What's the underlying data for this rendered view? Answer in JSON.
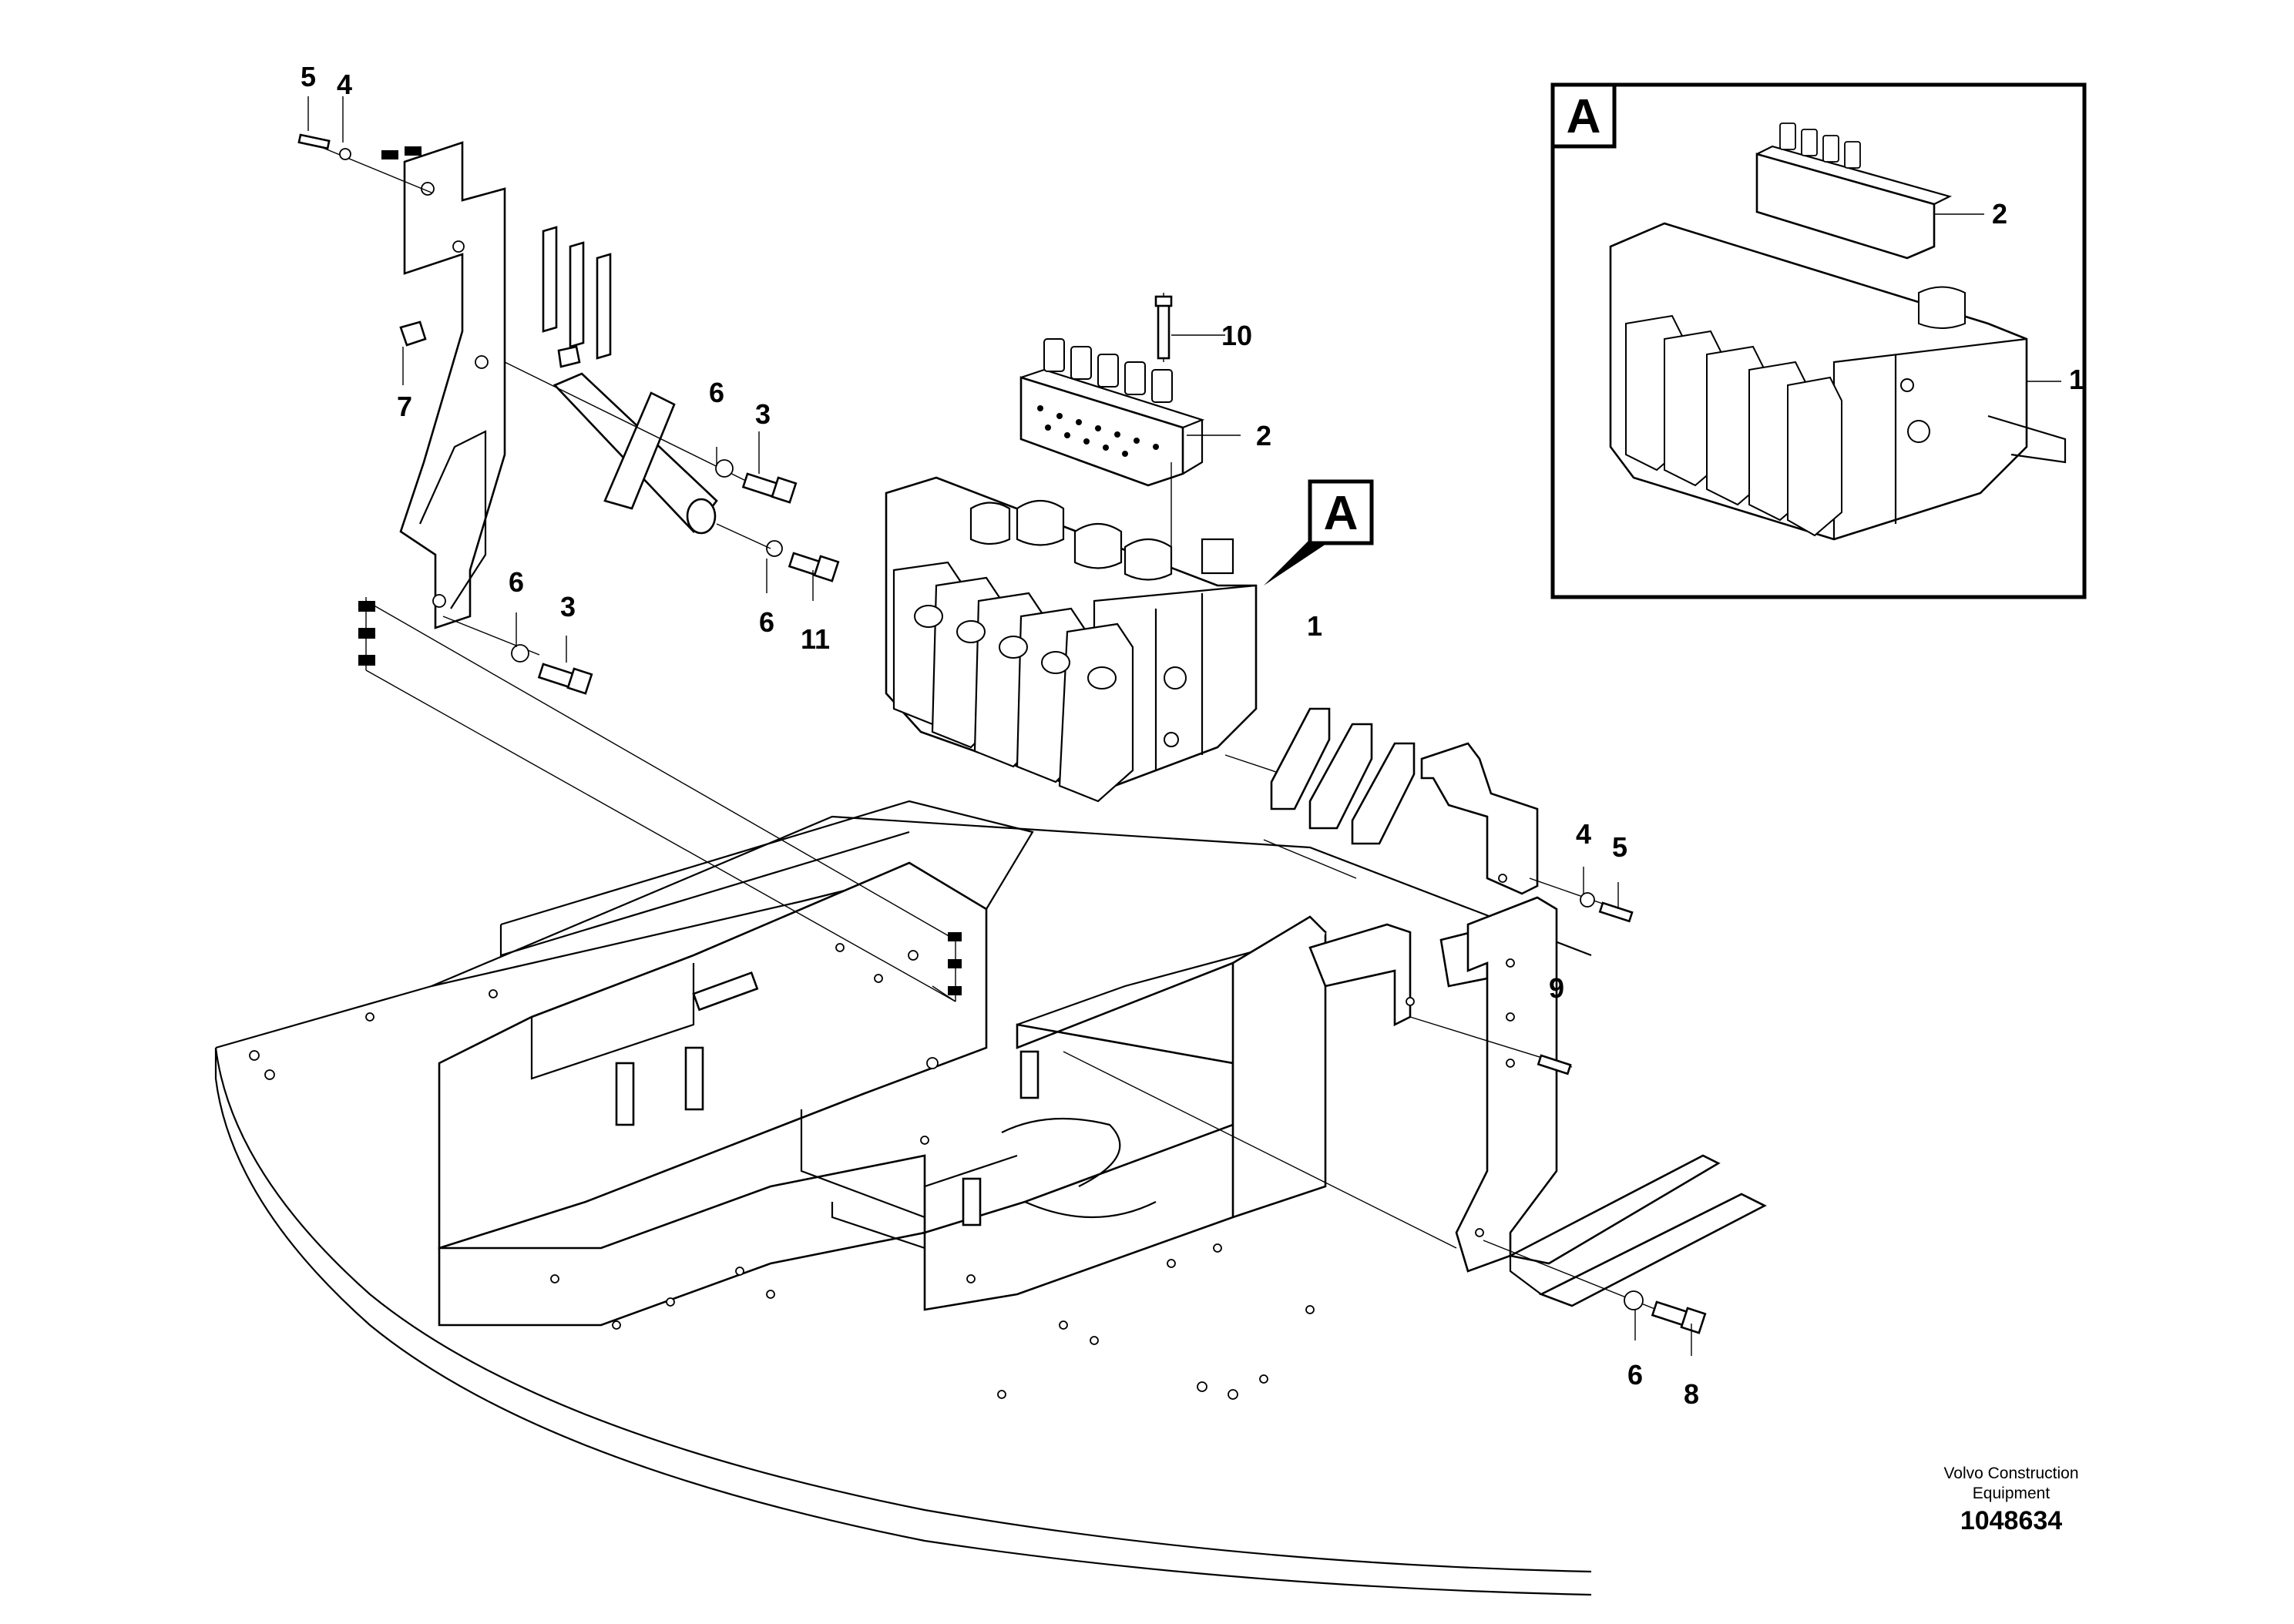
{
  "diagram": {
    "callouts": {
      "c5a": "5",
      "c4a": "4",
      "c7": "7",
      "c6a": "6",
      "c3a": "3",
      "c10": "10",
      "c2": "2",
      "c6b": "6",
      "c11": "11",
      "c6c": "6",
      "c3b": "3",
      "c1": "1",
      "c4b": "4",
      "c5b": "5",
      "c9": "9",
      "c6d": "6",
      "c8": "8",
      "cA2": "2",
      "cA1": "1"
    },
    "detail_marker": "A",
    "detail_box_label": "A"
  },
  "footer": {
    "brand_line1": "Volvo Construction",
    "brand_line2": "Equipment",
    "drawing_number": "1048634"
  }
}
